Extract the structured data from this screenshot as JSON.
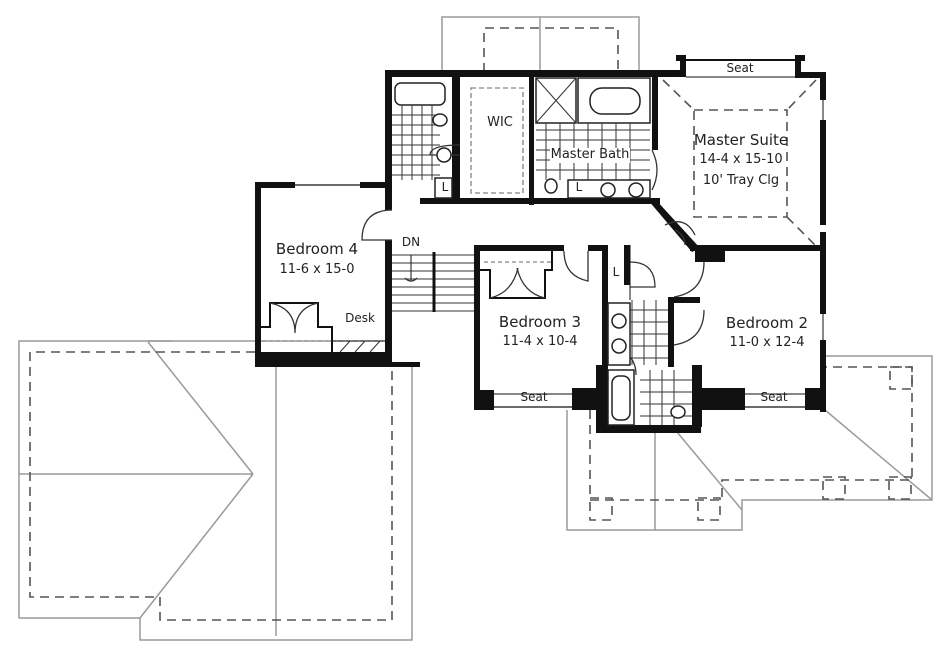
{
  "floor_plan": {
    "rooms": [
      {
        "name": "Master Suite",
        "dimensions": "14-4 x 15-10",
        "note": "10' Tray Clg"
      },
      {
        "name": "Master Bath"
      },
      {
        "name": "WIC"
      },
      {
        "name": "Bedroom 4",
        "dimensions": "11-6 x 15-0"
      },
      {
        "name": "Bedroom 3",
        "dimensions": "11-4 x 10-4"
      },
      {
        "name": "Bedroom 2",
        "dimensions": "11-0 x 12-4"
      }
    ],
    "features": {
      "seat_master": "Seat",
      "seat_bed3": "Seat",
      "seat_bed2": "Seat",
      "desk": "Desk",
      "stairs": "DN",
      "linen_1": "L",
      "linen_2": "L",
      "linen_3": "L"
    },
    "colors": {
      "wall": "#111111",
      "roof_line": "#9a9a9a",
      "dashed_line": "#555555",
      "background": "#ffffff"
    }
  }
}
